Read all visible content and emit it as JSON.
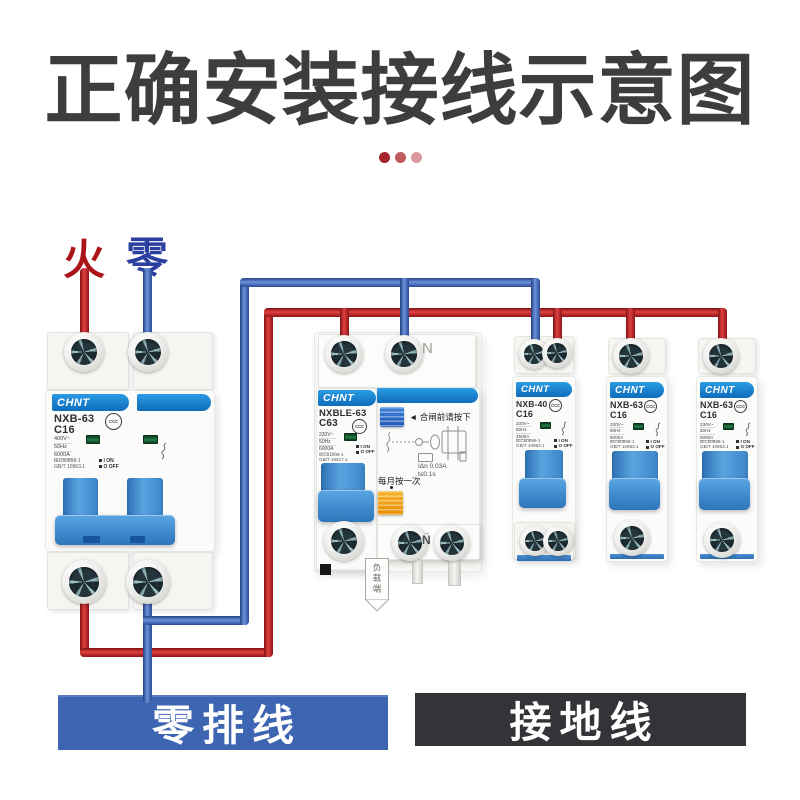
{
  "title": "正确安装接线示意图",
  "brand": "CHNT",
  "decor": {
    "dot_colors": [
      "#a5232b",
      "#c05b60",
      "#d9989c"
    ]
  },
  "labels": {
    "live": "火",
    "neutral": "零",
    "incoming_n": "N"
  },
  "bars": {
    "neutral_bus": "零排线",
    "ground_wire": "接地线"
  },
  "main": {
    "model": "NXB-63",
    "cert": "CCC",
    "rating": "C16",
    "spec1": "400V~",
    "spec2": "50Hz",
    "spec3": "6000A",
    "std1": "IEC60898-1",
    "std2": "GB/T 10963.1",
    "on": "I ON",
    "off": "O OFF"
  },
  "rcbo": {
    "model": "NXBLE-63",
    "cert": "CCC",
    "rating": "C63",
    "spec1": "230V~",
    "spec2": "50Hz",
    "spec3": "6000A",
    "std1": "IEC61009-1",
    "std2": "GB/T 16917.1",
    "on": "I ON",
    "off": "O OFF",
    "press_arrow": "◄",
    "press_note": "合闸前请按下",
    "residual": "IΔn 0.03A",
    "trip_time": "t≤0.1s",
    "monthly_note": "每月按一次",
    "n_top": "N",
    "n_bottom": "N",
    "n_arrow": "→",
    "load_side": "负载端"
  },
  "dpn": {
    "model": "NXB-40",
    "cert": "CCC",
    "rating": "C16",
    "spec1": "230V~",
    "spec2": "50Hz",
    "spec3": "4500A",
    "std1": "IEC60898-1",
    "std2": "GB/T 10963.1",
    "on": "I ON",
    "off": "O OFF"
  },
  "b4": {
    "model": "NXB-63",
    "cert": "CCC",
    "rating": "C16",
    "spec1": "230V~",
    "spec2": "50Hz",
    "spec3": "6000A",
    "std1": "IEC60898-1",
    "std2": "GB/T 10963.1",
    "on": "I ON",
    "off": "O OFF"
  },
  "b5": {
    "model": "NXB-63",
    "cert": "CCC",
    "rating": "C16",
    "spec1": "230V~",
    "spec2": "50Hz",
    "spec3": "6000A",
    "std1": "IEC60898-1",
    "std2": "GB/T 10963.1",
    "on": "I ON",
    "off": "O OFF"
  },
  "colors": {
    "live_wire": "#c2191e",
    "neutral_wire": "#3f6cc0",
    "brand_band": "#1a86d2",
    "toggle_blue": "#4796d8",
    "neutral_bus_bar": "#3d65b2",
    "ground_bar": "#343438",
    "title_text": "#3d3d3d",
    "test_button_orange": "#f0a01f"
  }
}
